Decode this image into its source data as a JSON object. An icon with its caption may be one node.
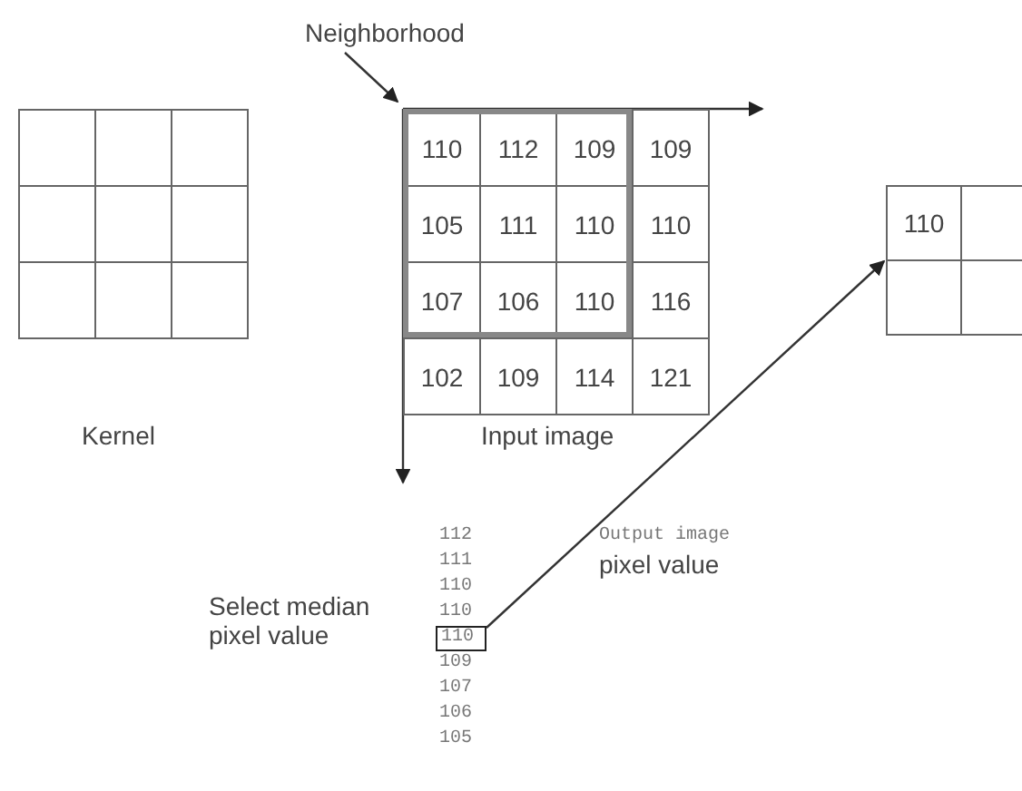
{
  "diagram": {
    "nodes": [
      {
        "text": [
          "Neighborhood"
        ]
      },
      {
        "text": [],
        "shape": "box"
      },
      {
        "text": [
          "110"
        ]
      },
      {
        "text": [
          "110"
        ]
      }
    ],
    "edges": [
      {
        "from": 0,
        "to": 1,
        "arrow": "to"
      },
      {
        "from": 2,
        "to": 3,
        "arrow": "to"
      }
    ],
    "labels": [
      "110",
      "112",
      "109",
      "109",
      "105",
      "111",
      "110",
      "110",
      "107",
      "106",
      "110",
      "116",
      "102",
      "109",
      "114",
      "121",
      "Kernel",
      "Input image",
      "112",
      "111",
      "110",
      "110",
      "Output image",
      "pixel value",
      "Select median pixel value",
      "109",
      "107",
      "106",
      "105"
    ]
  }
}
